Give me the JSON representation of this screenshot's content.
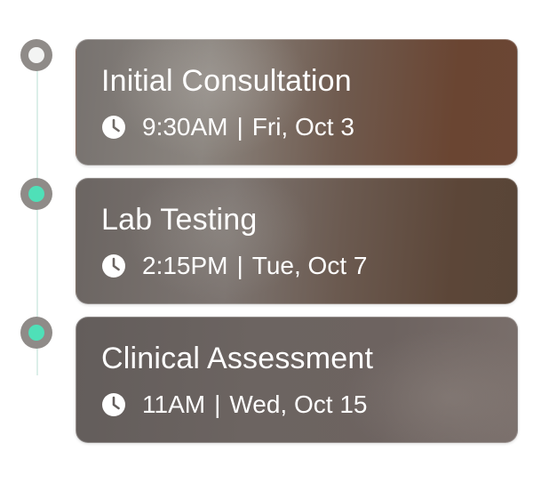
{
  "timeline": {
    "events": [
      {
        "title": "Initial Consultation",
        "time": "9:30AM",
        "separator": "|",
        "date": "Fri, Oct 3",
        "status": "completed",
        "icon": "clock-icon"
      },
      {
        "title": "Lab Testing",
        "time": "2:15PM",
        "separator": "|",
        "date": "Tue, Oct 7",
        "status": "upcoming",
        "icon": "clock-icon"
      },
      {
        "title": "Clinical Assessment",
        "time": "11AM",
        "separator": "|",
        "date": "Wed, Oct 15",
        "status": "upcoming",
        "icon": "clock-icon"
      }
    ]
  },
  "colors": {
    "completed_dot": "#f3f4f3",
    "upcoming_dot": "#4fe0b8",
    "dot_ring": "#8f8b88",
    "rail": "#dcefe9"
  }
}
